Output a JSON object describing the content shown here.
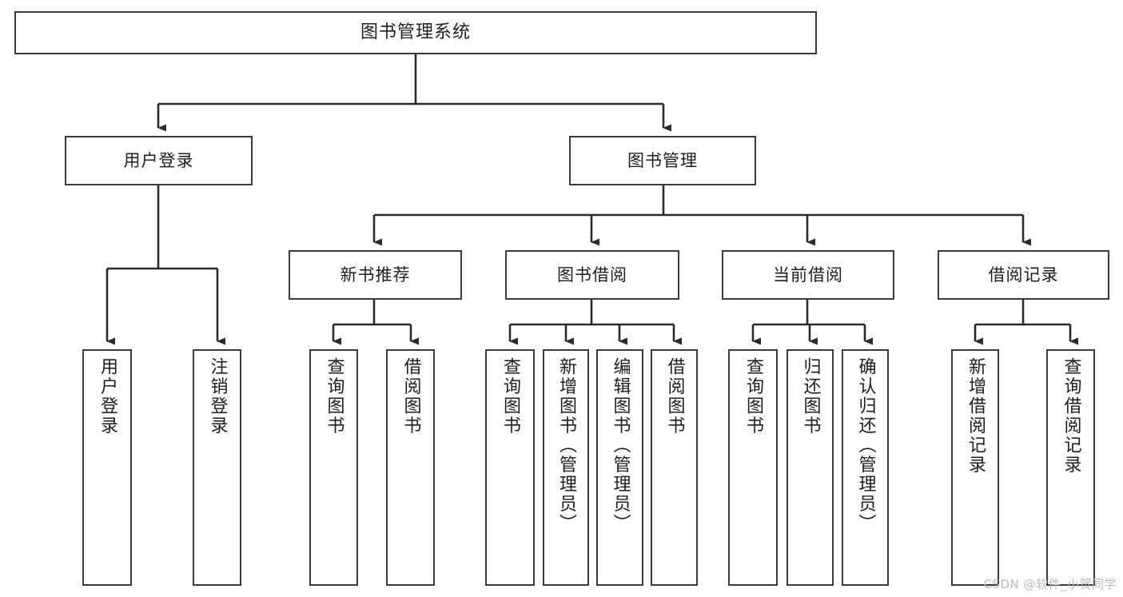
{
  "diagram": {
    "title": "图书管理系统",
    "watermark": "CSDN @软件_小贺同学",
    "colors": {
      "box_border": "#3a3a3a",
      "connector": "#2b2b2b",
      "background": "#ffffff",
      "text": "#1d1d1d",
      "watermark": "#b9b9b9"
    },
    "root": {
      "label": "图书管理系统"
    },
    "level2": [
      {
        "label": "用户登录"
      },
      {
        "label": "图书管理"
      }
    ],
    "level3": [
      {
        "label": "新书推荐"
      },
      {
        "label": "图书借阅"
      },
      {
        "label": "当前借阅"
      },
      {
        "label": "借阅记录"
      }
    ],
    "leaves": {
      "user_login": [
        {
          "label": "用户登录"
        },
        {
          "label": "注销登录"
        }
      ],
      "new_book_recommend": [
        {
          "label": "查询图书"
        },
        {
          "label": "借阅图书"
        }
      ],
      "book_borrow": [
        {
          "label": "查询图书"
        },
        {
          "label": "新增图书（管理员）"
        },
        {
          "label": "编辑图书（管理员）"
        },
        {
          "label": "借阅图书"
        }
      ],
      "current_borrow": [
        {
          "label": "查询图书"
        },
        {
          "label": "归还图书"
        },
        {
          "label": "确认归还（管理员）"
        }
      ],
      "borrow_record": [
        {
          "label": "新增借阅记录"
        },
        {
          "label": "查询借阅记录"
        }
      ]
    }
  }
}
